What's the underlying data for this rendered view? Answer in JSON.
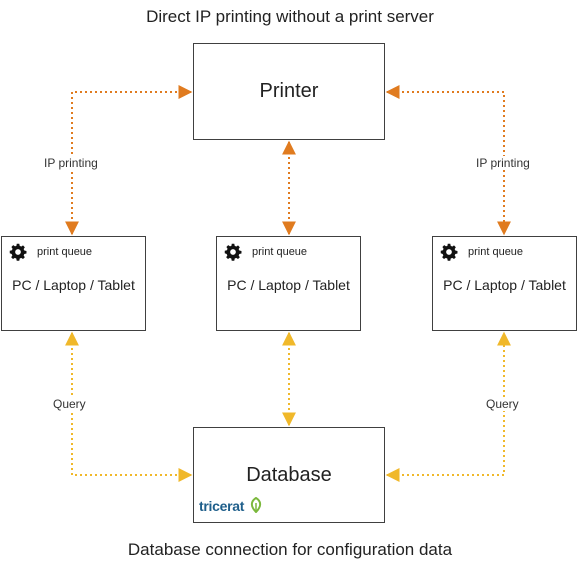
{
  "title_top": "Direct IP printing without a print server",
  "title_bottom": "Database connection for configuration data",
  "printer": {
    "label": "Printer"
  },
  "database": {
    "label": "Database"
  },
  "clients": [
    {
      "queue": "print queue",
      "label": "PC / Laptop / Tablet"
    },
    {
      "queue": "print queue",
      "label": "PC / Laptop / Tablet"
    },
    {
      "queue": "print queue",
      "label": "PC / Laptop / Tablet"
    }
  ],
  "edges": {
    "ip_left": "IP printing",
    "ip_right": "IP printing",
    "query_left": "Query",
    "query_right": "Query"
  },
  "logo": {
    "text": "tricerat",
    "icon": "tricerat-leaf-icon"
  },
  "colors": {
    "printing_link": "#E07B1F",
    "query_link": "#F0B82A",
    "border": "#404040",
    "logo_blue": "#1F5F8B",
    "logo_green": "#7BB83C"
  }
}
